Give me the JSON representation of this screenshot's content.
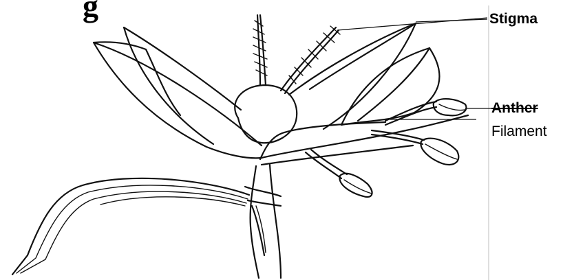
{
  "heading_fragment": "g",
  "labels": {
    "stigma": "Stigma",
    "anther": "Anther",
    "filament": "Filament"
  }
}
